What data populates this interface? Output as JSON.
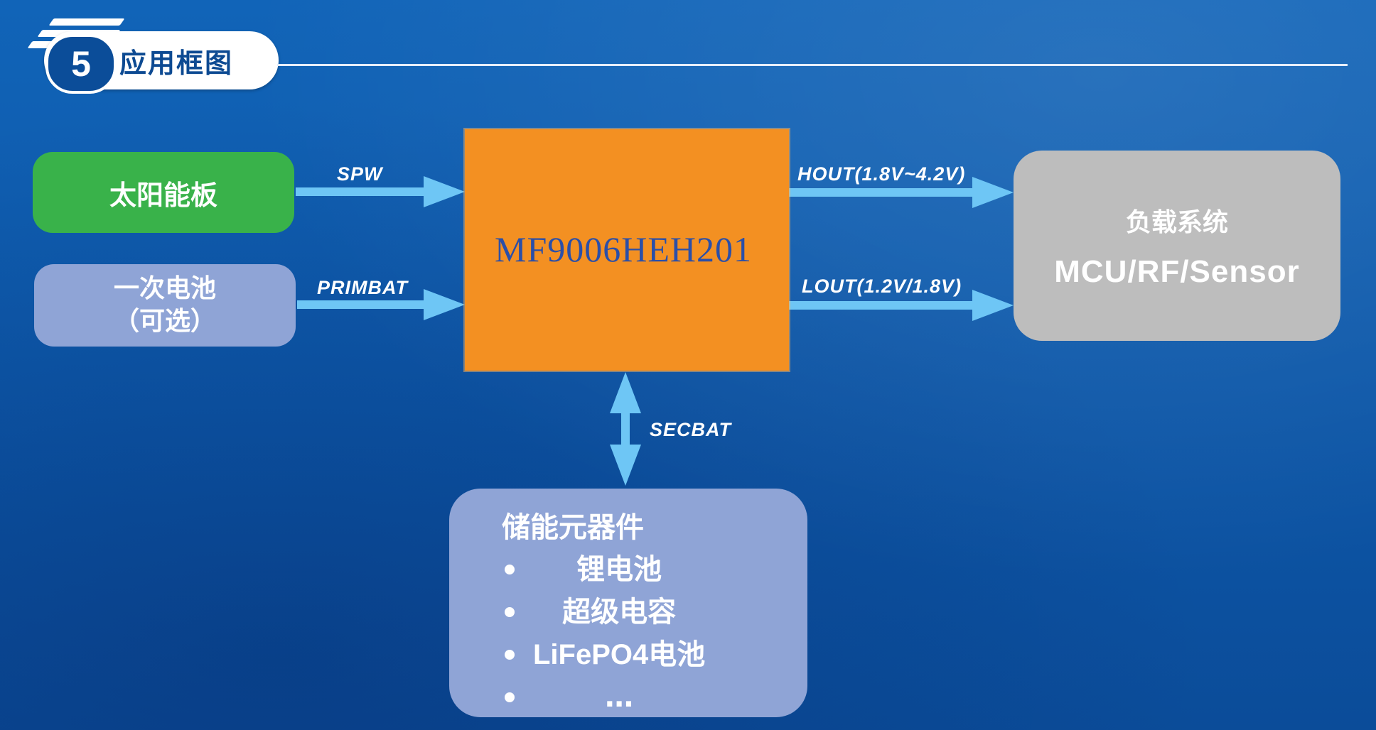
{
  "header": {
    "number": "5",
    "title": "应用框图"
  },
  "blocks": {
    "solar_panel": "太阳能板",
    "primary_battery_line1": "一次电池",
    "primary_battery_line2": "（可选）",
    "chip": "MF9006HEH201",
    "load_line1": "负载系统",
    "load_line2": "MCU/RF/Sensor",
    "storage_title": "储能元器件",
    "storage_items": [
      "锂电池",
      "超级电容",
      "LiFePO4电池",
      "…"
    ]
  },
  "arrows": {
    "spw": "SPW",
    "primbat": "PRIMBAT",
    "hout": "HOUT(1.8V~4.2V)",
    "lout": "LOUT(1.2V/1.8V)",
    "secbat": "SECBAT"
  },
  "colors": {
    "background": "#0d57a8",
    "solar": "#39b24a",
    "primary_battery": "#8fa4d6",
    "chip": "#f39022",
    "load": "#bdbdbd",
    "storage": "#8fa4d6",
    "arrow": "#6ec6f5"
  }
}
